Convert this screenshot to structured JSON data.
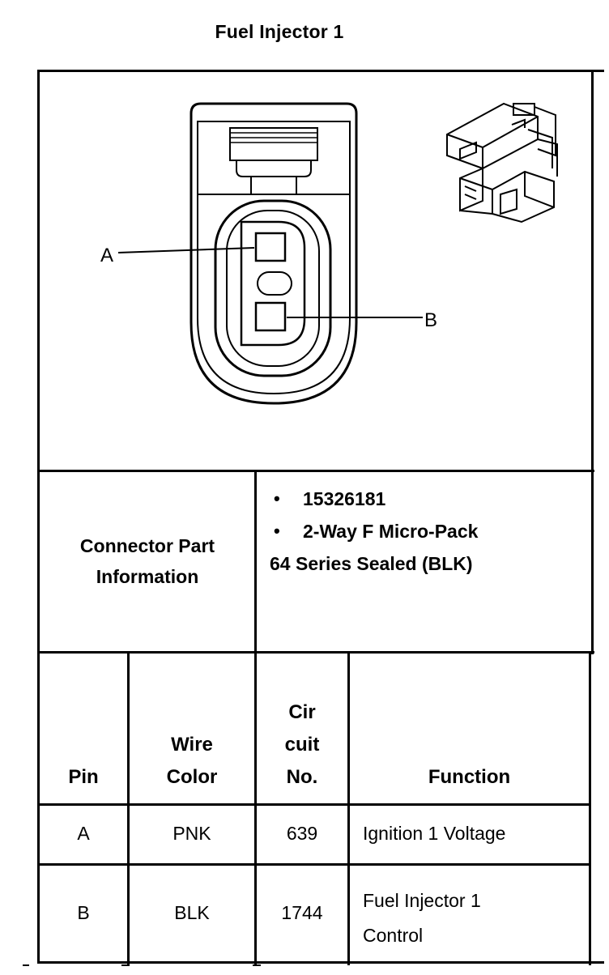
{
  "title": "Fuel Injector  1",
  "diagram": {
    "pin_a_label": "A",
    "pin_b_label": "B",
    "connector_face_icon": "connector-face-drawing",
    "connector_iso_icon": "connector-isometric-drawing"
  },
  "part_info": {
    "label_line1": "Connector Part",
    "label_line2": "Information",
    "bullet_symbol": "•",
    "item1": "15326181",
    "item2": "2-Way F Micro-Pack",
    "item2_cont": "64 Series Sealed (BLK)"
  },
  "table": {
    "headers": {
      "pin": "Pin",
      "wire_line1": "Wire",
      "wire_line2": "Color",
      "cir_line1": "Cir",
      "cir_line2": "cuit",
      "cir_line3": "No.",
      "function": "Function"
    },
    "rows": [
      {
        "pin": "A",
        "color": "PNK",
        "circuit": "639",
        "function_line1": "Ignition 1 Voltage",
        "function_line2": ""
      },
      {
        "pin": "B",
        "color": "BLK",
        "circuit": "1744",
        "function_line1": "Fuel Injector 1",
        "function_line2": "Control"
      }
    ]
  }
}
